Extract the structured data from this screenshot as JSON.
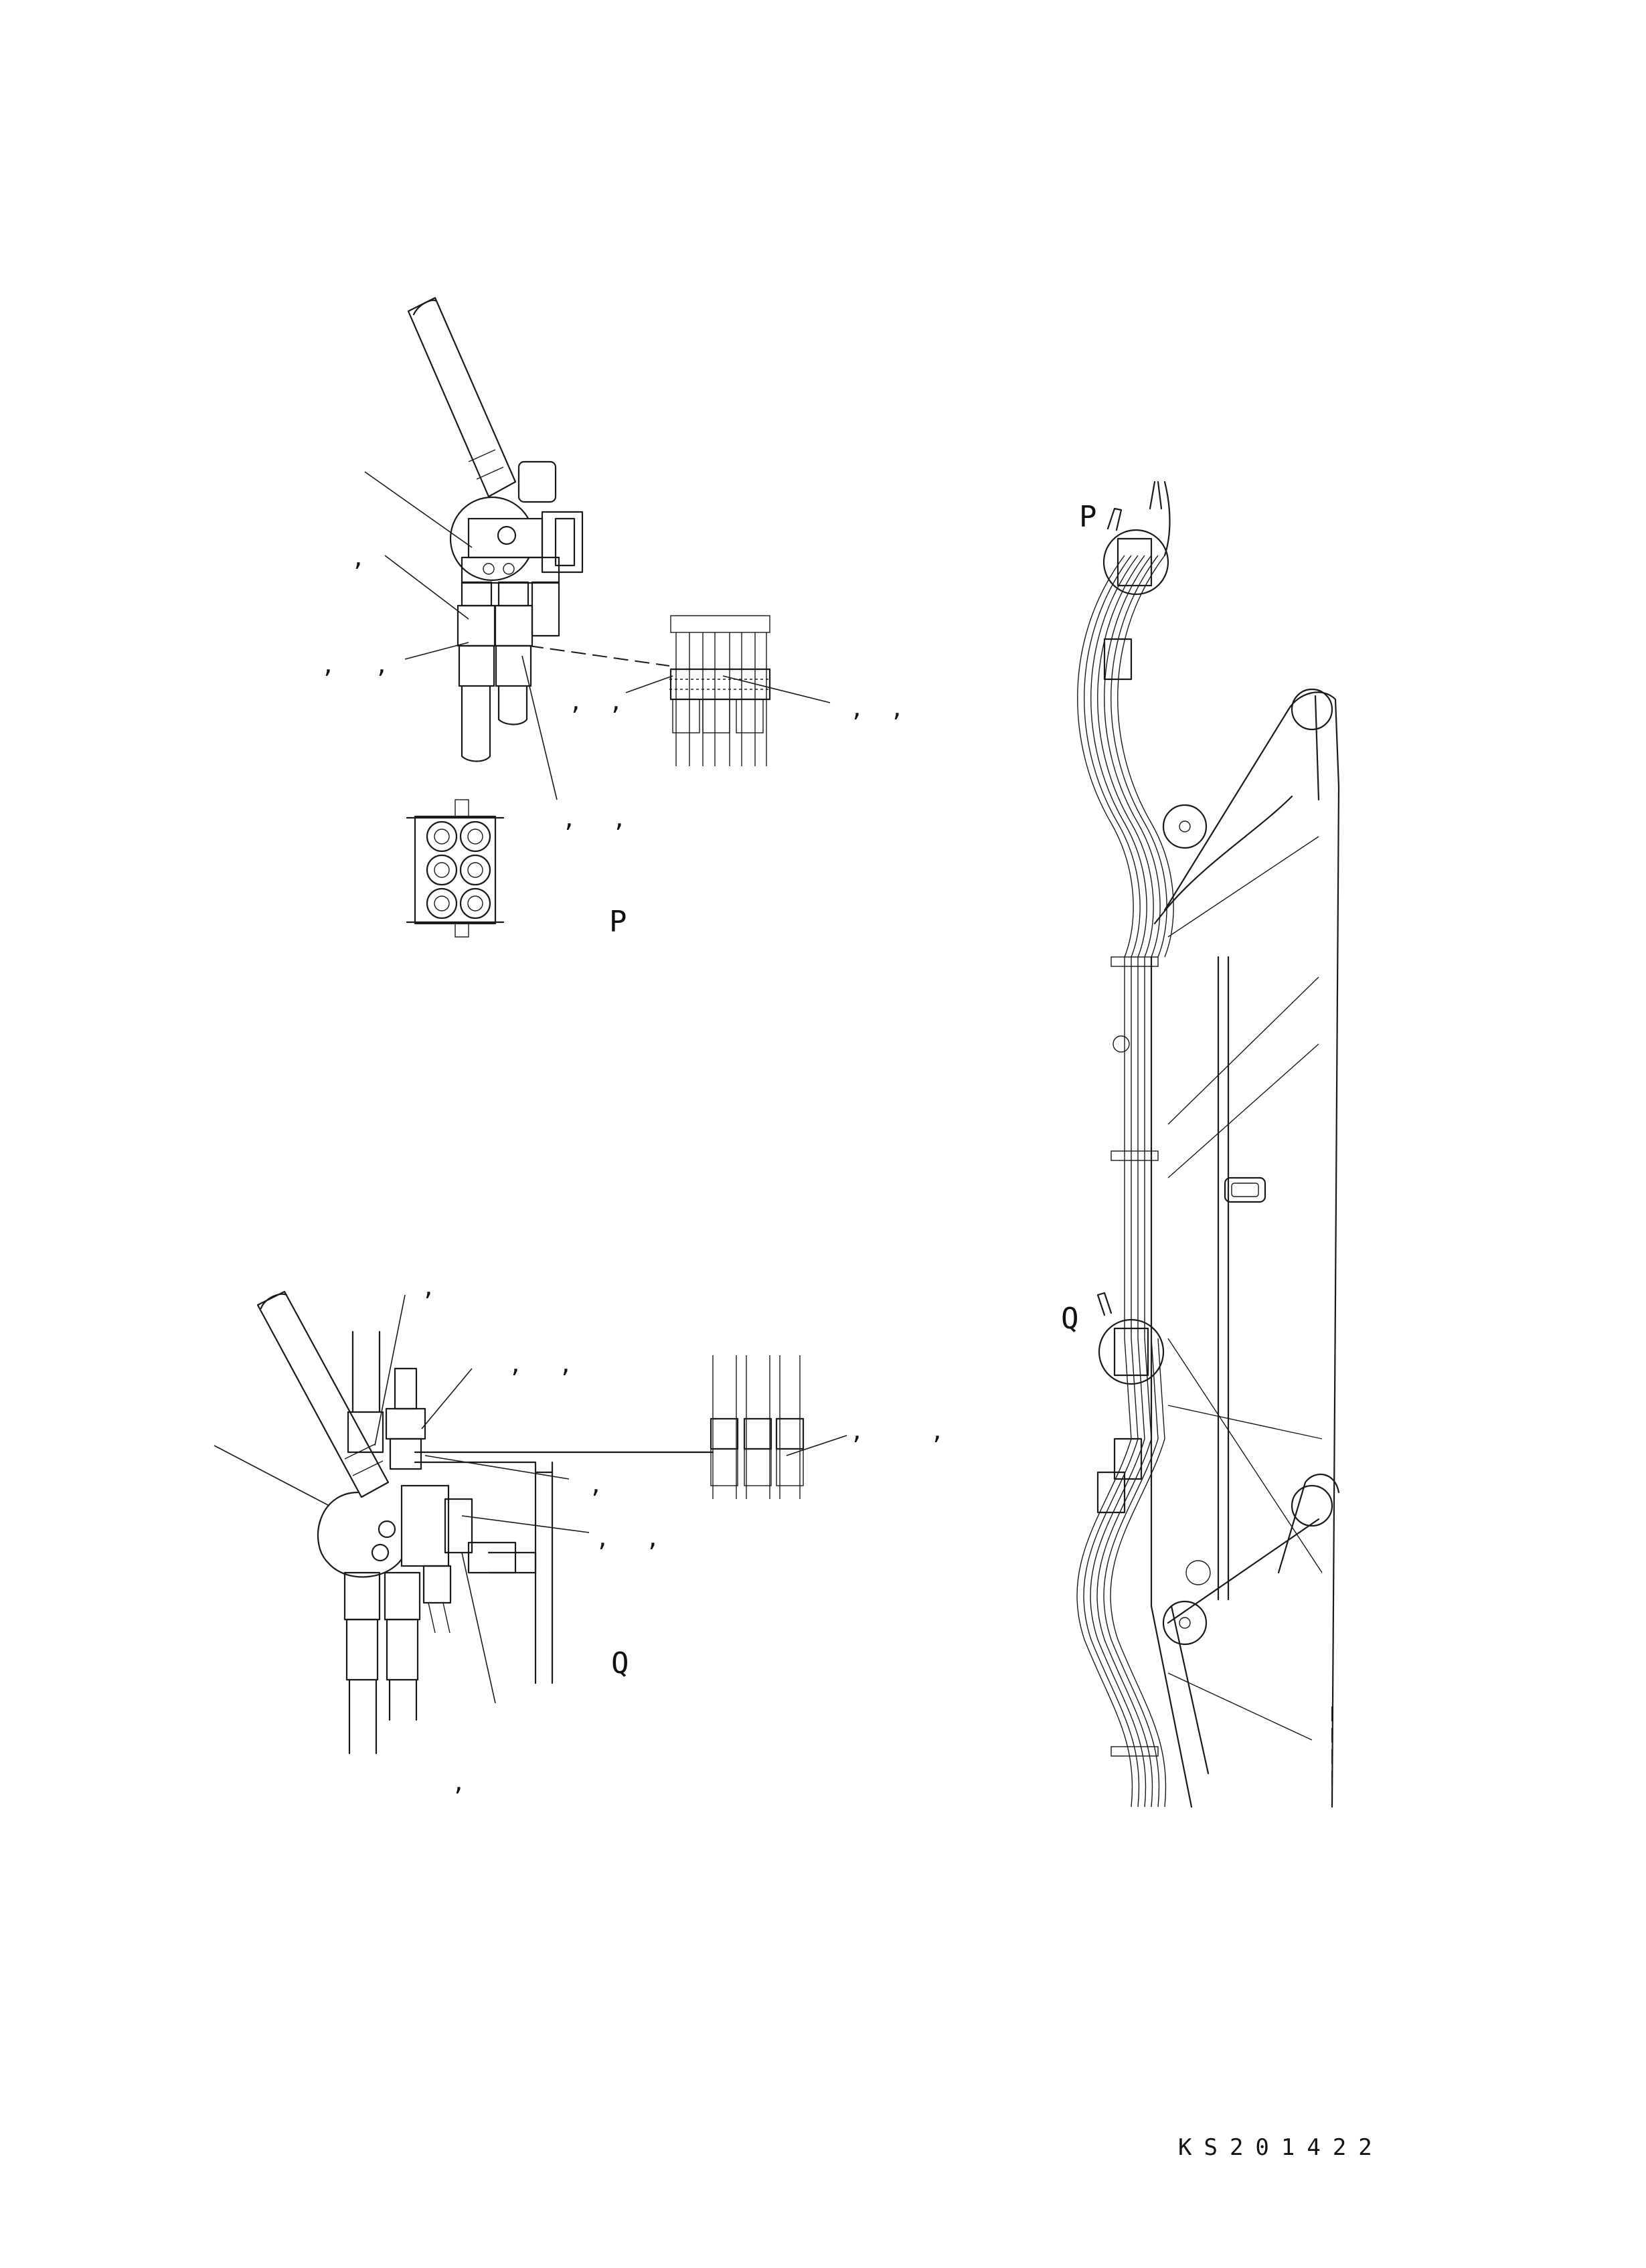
{
  "views": {
    "p": {
      "label": "P"
    },
    "q": {
      "label": "Q"
    }
  },
  "boom": {
    "callout_p": "P",
    "callout_q": "Q"
  },
  "callout_marks": {
    "comma": ","
  },
  "drawing_code": "KS201422"
}
